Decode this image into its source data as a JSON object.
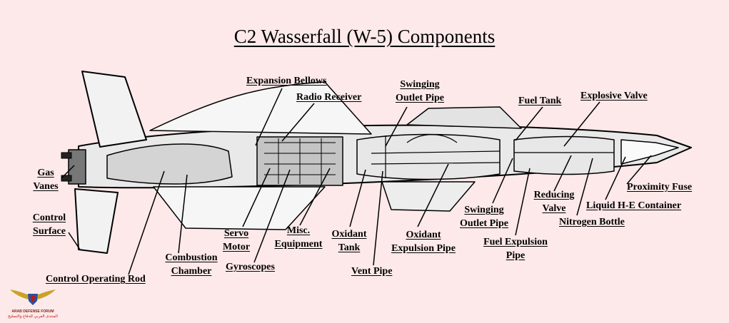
{
  "title": "C2 Wasserfall (W-5) Components",
  "labels": {
    "expansion_bellows": "Expansion Bellows",
    "radio_receiver": "Radio Receiver",
    "swinging_outlet_pipe_top": "Swinging Outlet Pipe",
    "fuel_tank": "Fuel Tank",
    "explosive_valve": "Explosive Valve",
    "gas_vanes": "Gas Vanes",
    "control_surface": "Control Surface",
    "proximity_fuse": "Proximity Fuse",
    "liquid_he_container": "Liquid H-E Container",
    "reducing_valve": "Reducing Valve",
    "swinging_outlet_pipe_bottom": "Swinging Outlet Pipe",
    "nitrogen_bottle": "Nitrogen Bottle",
    "servo_motor": "Servo Motor",
    "misc_equipment": "Misc. Equipment",
    "oxidant_tank": "Oxidant Tank",
    "oxidant_expulsion_pipe": "Oxidant Expulsion Pipe",
    "fuel_expulsion_pipe": "Fuel Expulsion Pipe",
    "combustion_chamber": "Combustion Chamber",
    "gyroscopes": "Gyroscopes",
    "vent_pipe": "Vent Pipe",
    "control_operating_rod": "Control Operating Rod"
  },
  "logo": {
    "text_en": "ARAB DEFENSE FORUM",
    "text_ar": "المنتدى العربي للدفاع والتسليح",
    "colors": {
      "gold": "#c9a227",
      "blue": "#2b4f9e",
      "red": "#c01818"
    }
  },
  "colors": {
    "background": "#fde9e9",
    "ink": "#000000"
  }
}
